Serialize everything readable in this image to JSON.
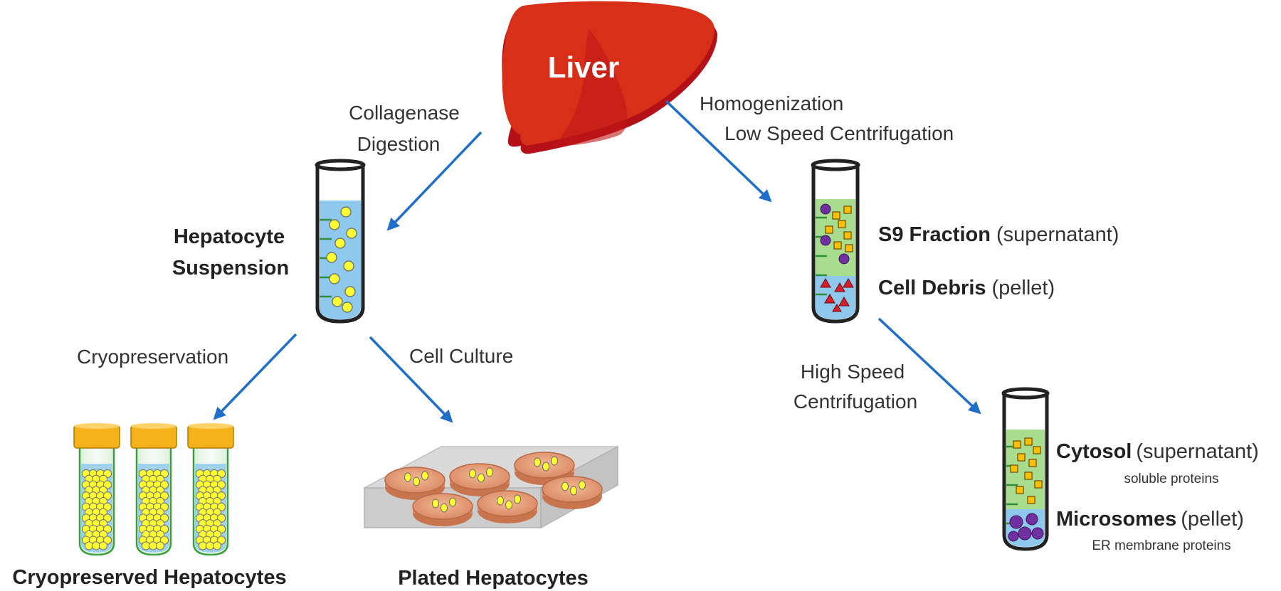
{
  "liver": {
    "label": "Liver"
  },
  "steps": {
    "collagenase": [
      "Collagenase",
      "Digestion"
    ],
    "homogenization": [
      "Homogenization",
      "Low Speed Centrifugation"
    ],
    "cryopreservation": "Cryopreservation",
    "cell_culture": "Cell Culture",
    "high_speed": [
      "High Speed",
      "Centrifugation"
    ]
  },
  "products": {
    "hepatocyte_suspension": [
      "Hepatocyte",
      "Suspension"
    ],
    "s9": {
      "name": "S9 Fraction",
      "detail": "(supernatant)"
    },
    "debris": {
      "name": "Cell Debris",
      "detail": "(pellet)"
    },
    "cytosol": {
      "name": "Cytosol",
      "detail": "(supernatant)",
      "note": "soluble proteins"
    },
    "microsomes": {
      "name": "Microsomes",
      "detail": "(pellet)",
      "note": "ER membrane proteins"
    },
    "cryopreserved": "Cryopreserved Hepatocytes",
    "plated": "Plated Hepatocytes"
  },
  "colors": {
    "arrow": "#1f6fc8",
    "liver": "#d83018",
    "liver_shadow": "#b31018",
    "medium_blue": "#8ec8ec",
    "supernatant_green": "#a8dd90",
    "cell_yellow": "#ffff33",
    "square_orange": "#ffc000",
    "microsome_purple": "#7030a0",
    "debris_red": "#d81e2c",
    "vial_cap": "#f5b21a",
    "dish": "#e8a27c"
  }
}
